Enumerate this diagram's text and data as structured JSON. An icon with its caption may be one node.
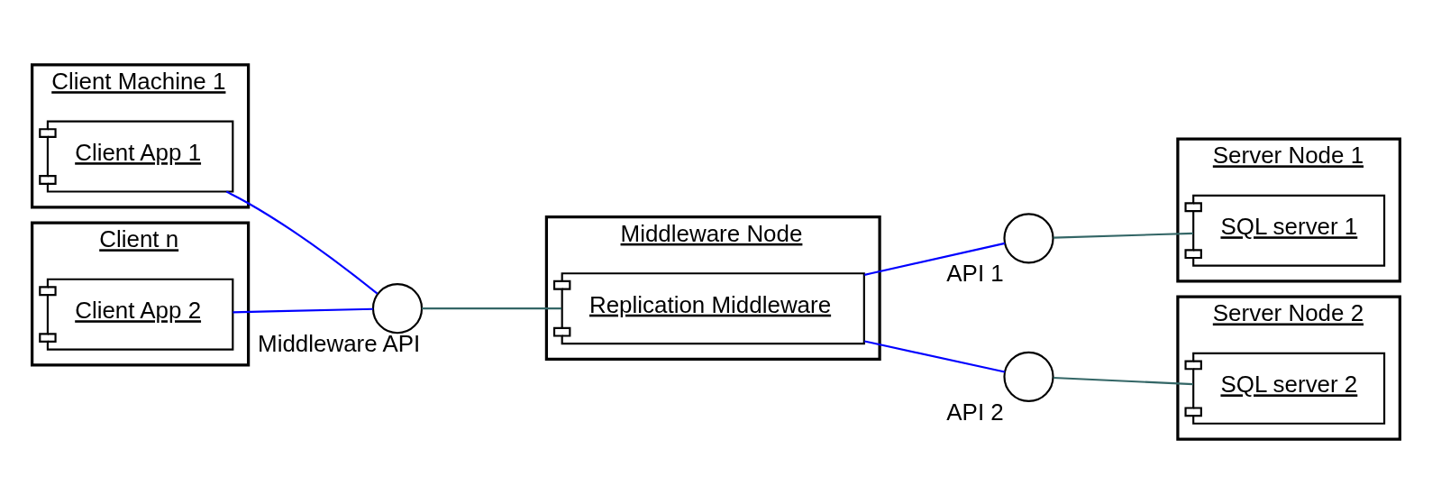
{
  "diagram": {
    "nodes": [
      {
        "text": [
          "Client Machine 1"
        ]
      },
      {
        "text": [
          "Client App 1"
        ],
        "in": 0
      },
      {
        "text": [
          "Client n"
        ]
      },
      {
        "text": [
          "Client App 2"
        ],
        "in": 2
      },
      {
        "text": [],
        "shape": "circle",
        "beside": [
          "Middleware API"
        ]
      },
      {
        "text": [
          "Middleware Node"
        ]
      },
      {
        "text": [
          "Replication Middleware"
        ],
        "in": 5
      },
      {
        "text": [],
        "shape": "circle",
        "beside": [
          "API 1"
        ]
      },
      {
        "text": [
          "Server Node 1"
        ]
      },
      {
        "text": [
          "SQL server 1"
        ],
        "in": 8
      },
      {
        "text": [],
        "shape": "circle",
        "beside": [
          "API 2"
        ]
      },
      {
        "text": [
          "Server Node 2"
        ]
      },
      {
        "text": [
          "SQL server 2"
        ],
        "in": 11
      }
    ],
    "edges": [
      {
        "from": 1,
        "to": 4,
        "arrow": "none",
        "color": "#0000ff"
      },
      {
        "from": 3,
        "to": 4,
        "arrow": "none",
        "color": "#0000ff"
      },
      {
        "from": 4,
        "to": 6,
        "arrow": "none",
        "color": "#336666"
      },
      {
        "from": 6,
        "to": 7,
        "arrow": "none",
        "color": "#0000ff"
      },
      {
        "from": 6,
        "to": 10,
        "arrow": "none",
        "color": "#0000ff"
      },
      {
        "from": 7,
        "to": 9,
        "arrow": "none",
        "color": "#336666"
      },
      {
        "from": 10,
        "to": 12,
        "arrow": "none",
        "color": "#336666"
      }
    ]
  }
}
